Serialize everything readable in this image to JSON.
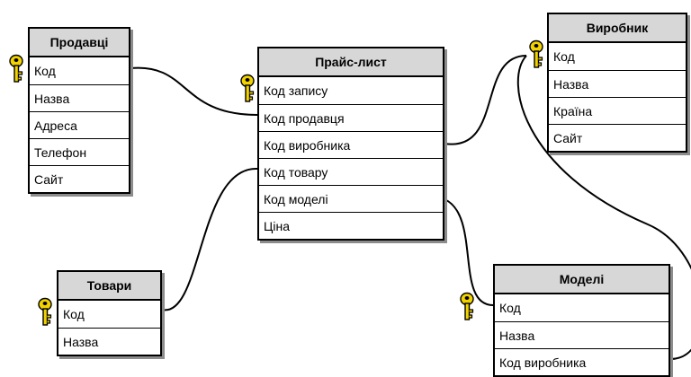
{
  "tables": {
    "prodavtsi": {
      "title": "Продавці",
      "fields": [
        "Код",
        "Назва",
        "Адреса",
        "Телефон",
        "Сайт"
      ]
    },
    "price_list": {
      "title": "Прайс-лист",
      "fields": [
        "Код запису",
        "Код продавця",
        "Код виробника",
        "Код товару",
        "Код моделі",
        "Ціна"
      ]
    },
    "vyrobnyk": {
      "title": "Виробник",
      "fields": [
        "Код",
        "Назва",
        "Країна",
        "Сайт"
      ]
    },
    "tovary": {
      "title": "Товари",
      "fields": [
        "Код",
        "Назва"
      ]
    },
    "modeli": {
      "title": "Моделі",
      "fields": [
        "Код",
        "Назва",
        "Код виробника"
      ]
    }
  },
  "icons": {
    "primary_key": "key-icon"
  }
}
